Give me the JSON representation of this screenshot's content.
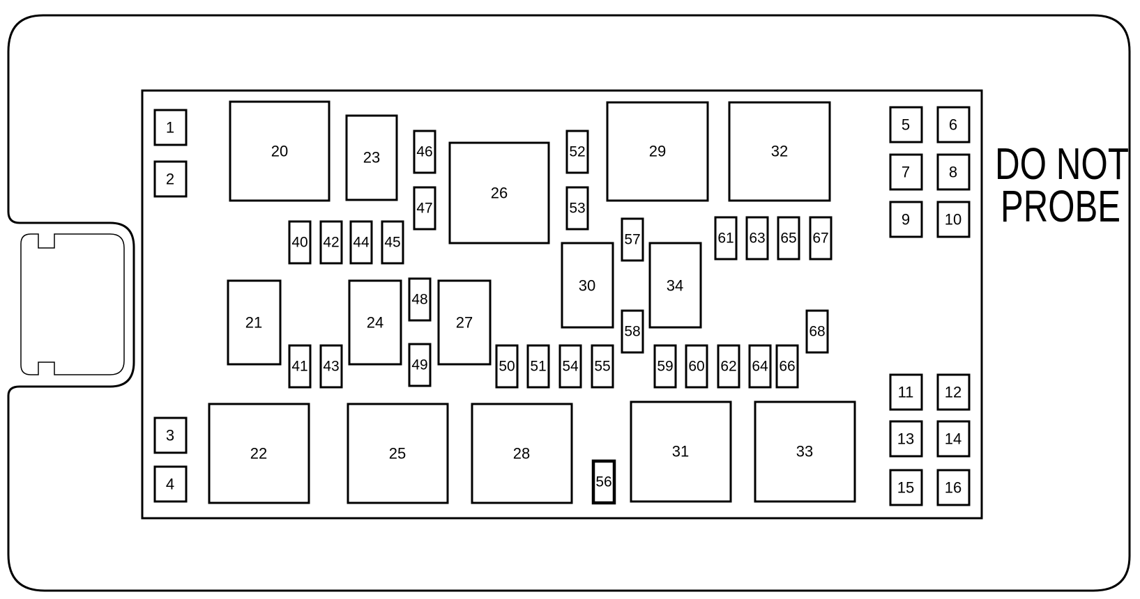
{
  "warning": {
    "line1": "DO NOT",
    "line2": "PROBE"
  },
  "positions": {
    "p1": "1",
    "p2": "2",
    "p3": "3",
    "p4": "4",
    "p5": "5",
    "p6": "6",
    "p7": "7",
    "p8": "8",
    "p9": "9",
    "p10": "10",
    "p11": "11",
    "p12": "12",
    "p13": "13",
    "p14": "14",
    "p15": "15",
    "p16": "16",
    "p20": "20",
    "p21": "21",
    "p22": "22",
    "p23": "23",
    "p24": "24",
    "p25": "25",
    "p26": "26",
    "p27": "27",
    "p28": "28",
    "p29": "29",
    "p30": "30",
    "p31": "31",
    "p32": "32",
    "p33": "33",
    "p34": "34",
    "p40": "40",
    "p41": "41",
    "p42": "42",
    "p43": "43",
    "p44": "44",
    "p45": "45",
    "p46": "46",
    "p47": "47",
    "p48": "48",
    "p49": "49",
    "p50": "50",
    "p51": "51",
    "p52": "52",
    "p53": "53",
    "p54": "54",
    "p55": "55",
    "p56": "56",
    "p57": "57",
    "p58": "58",
    "p59": "59",
    "p60": "60",
    "p61": "61",
    "p62": "62",
    "p63": "63",
    "p64": "64",
    "p65": "65",
    "p66": "66",
    "p67": "67",
    "p68": "68"
  }
}
